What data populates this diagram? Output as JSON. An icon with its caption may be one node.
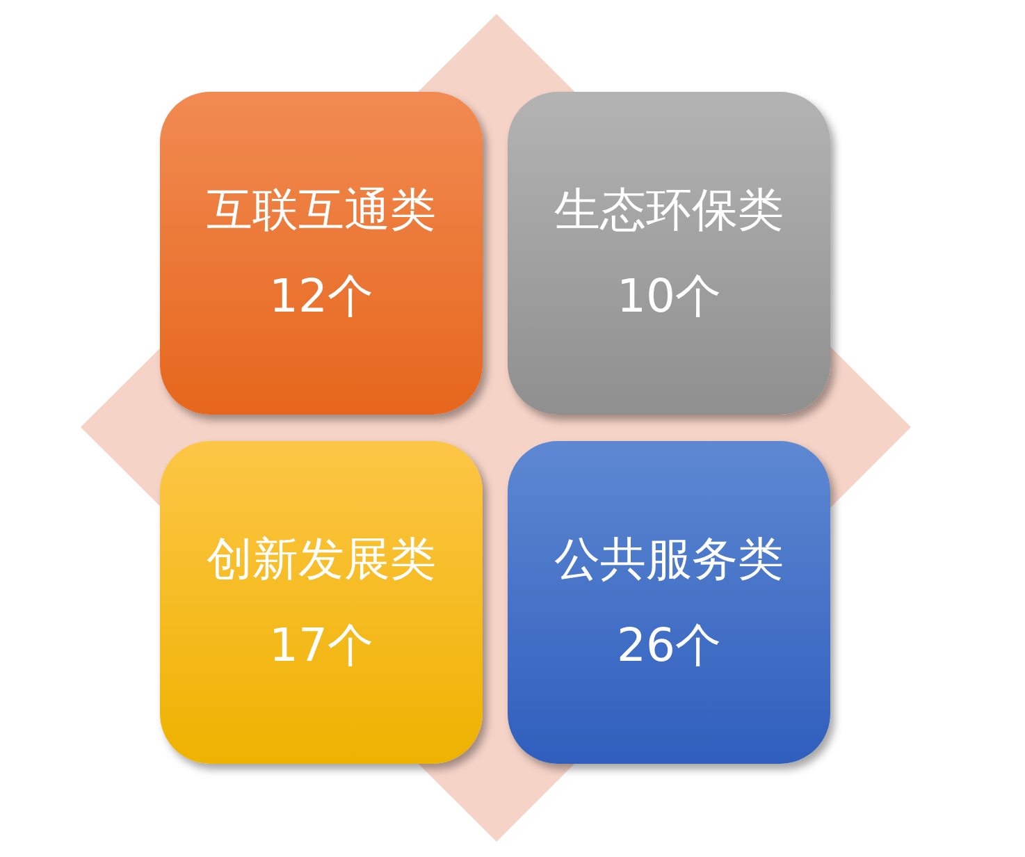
{
  "diagram": {
    "nodes": [
      {
        "text": [
          "互联互通类",
          "12个"
        ]
      },
      {
        "text": [
          "生态环保类",
          "10个"
        ]
      },
      {
        "text": [
          "创新发展类",
          "17个"
        ]
      },
      {
        "text": [
          "公共服务类",
          "26个"
        ]
      }
    ]
  }
}
